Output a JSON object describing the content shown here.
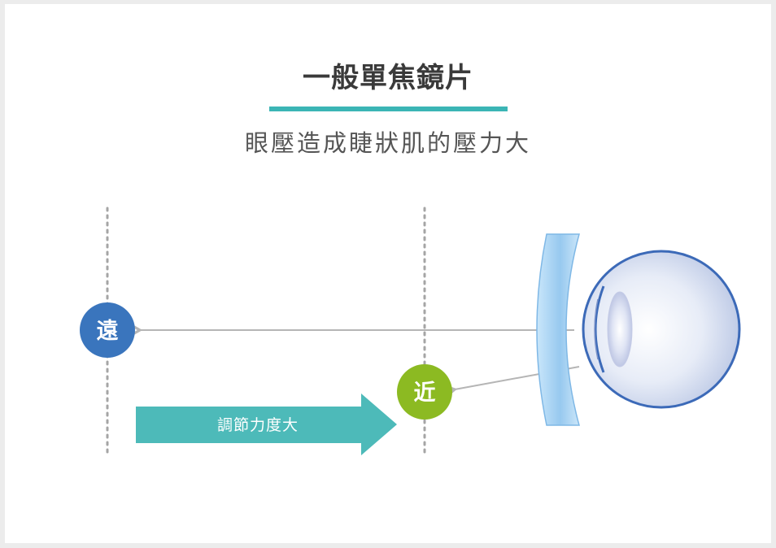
{
  "title": "一般單焦鏡片",
  "subtitle": "眼壓造成睫狀肌的壓力大",
  "far_label": "遠",
  "near_label": "近",
  "arrow_text": "調節力度大",
  "colors": {
    "accent": "#3bb5b5",
    "far": "#3a75bd",
    "near": "#8cba22",
    "arrow": "#4dbab9",
    "eye_outline": "#3c6ab8",
    "lens": "#a9d3f1",
    "sight_line": "#b5b5b5",
    "dotted_line": "#a5a5a5"
  }
}
